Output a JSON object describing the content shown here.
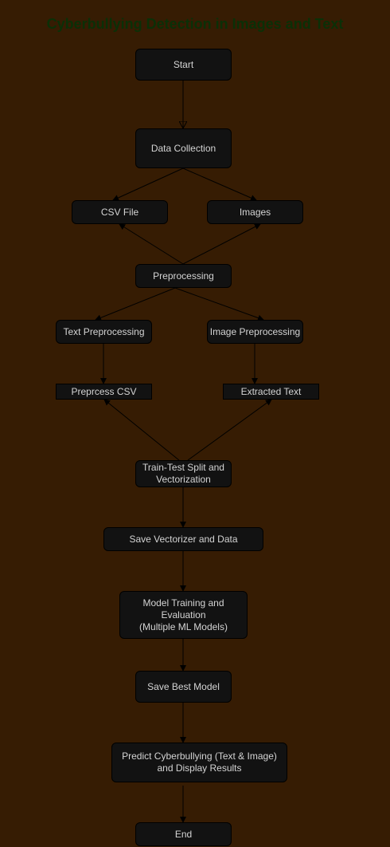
{
  "title": "Cyberbullying Detection in Images and Text",
  "colors": {
    "background": "#361C03",
    "node_fill": "#121212",
    "node_text": "#d4d4d4",
    "title_text": "#0B3007",
    "edge": "#000000"
  },
  "nodes": {
    "start": "Start",
    "data_collection": "Data Collection",
    "csv_file": "CSV File",
    "images": "Images",
    "preprocessing": "Preprocessing",
    "text_preprocessing": "Text Preprocessing",
    "image_preprocessing": "Image Preprocessing",
    "preprocess_csv": "Preprcess CSV",
    "extracted_text": "Extracted Text",
    "train_test_split": "Train-Test Split and\nVectorization",
    "save_vectorizer": "Save Vectorizer and Data",
    "model_training": "Model Training and\nEvaluation\n(Multiple ML Models)",
    "save_best_model": "Save Best Model",
    "predict": "Predict Cyberbullying (Text & Image)\nand Display Results",
    "end": "End"
  }
}
